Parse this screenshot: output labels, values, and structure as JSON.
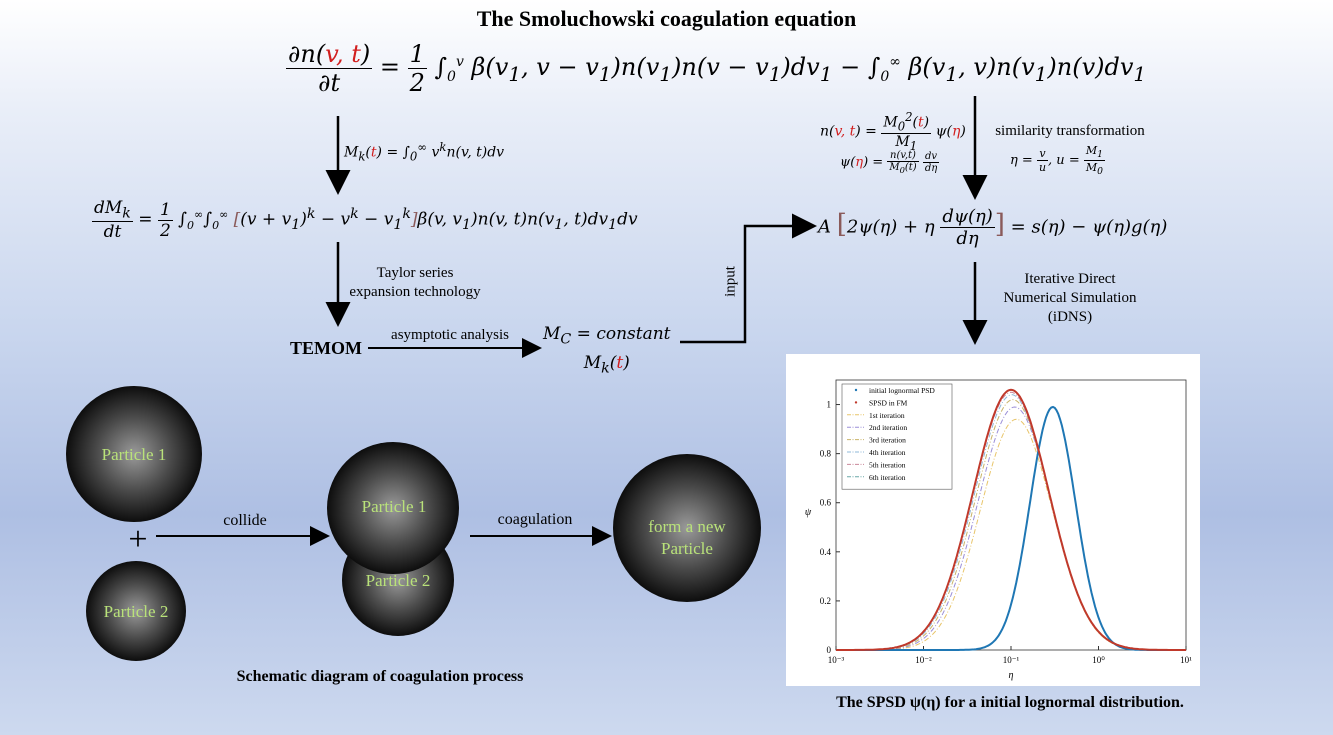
{
  "title": "The Smoluchowski coagulation equation",
  "labels": {
    "similarity": "similarity transformation",
    "taylor": "Taylor series\nexpansion technology",
    "temom": "TEMOM",
    "asymptotic": "asymptotic analysis",
    "input": "input",
    "idns": "Iterative Direct\nNumerical Simulation\n(iDNS)",
    "collide": "collide",
    "coagulation": "coagulation",
    "schematic_caption": "Schematic diagram of coagulation process",
    "plot_caption": "The SPSD ψ(η) for a initial lognormal distribution.",
    "plus": "+"
  },
  "particles": {
    "p1": "Particle 1",
    "p2": "Particle 2",
    "merged1": "Particle 1",
    "merged2": "Particle 2",
    "new_line1": "form a new",
    "new_line2": "Particle"
  },
  "colors": {
    "equation_highlight": "#d21f1f",
    "particle_text": "#b9e27a",
    "curve_blue": "#1f77b4",
    "curve_red": "#c0392b"
  },
  "chart_data": {
    "type": "line",
    "xscale": "log",
    "xlim": [
      0.001,
      10
    ],
    "ylim": [
      0,
      1.1
    ],
    "xticks": [
      "10⁻³",
      "10⁻²",
      "10⁻¹",
      "10⁰",
      "10¹"
    ],
    "yticks": [
      "0",
      "0.2",
      "0.4",
      "0.6",
      "0.8",
      "1"
    ],
    "xlabel": "η",
    "ylabel": "ψ",
    "legend_position": "top-left",
    "series": [
      {
        "name": "initial lognormal PSD",
        "style": "solid",
        "color": "#1f77b4",
        "peak_x": 0.3,
        "peak_y": 0.99,
        "sigma": 0.6
      },
      {
        "name": "SPSD in FM",
        "style": "solid",
        "color": "#c0392b",
        "peak_x": 0.1,
        "peak_y": 1.06,
        "sigma": 1.0
      },
      {
        "name": "1st iteration",
        "style": "dashdot",
        "color": "#e8c56a",
        "peak_x": 0.115,
        "peak_y": 0.94,
        "sigma": 0.95
      },
      {
        "name": "2nd iteration",
        "style": "dashdot",
        "color": "#9b8fd8",
        "peak_x": 0.11,
        "peak_y": 0.99,
        "sigma": 0.97
      },
      {
        "name": "3rd iteration",
        "style": "dashdot",
        "color": "#c9b46a",
        "peak_x": 0.105,
        "peak_y": 1.02,
        "sigma": 0.98
      },
      {
        "name": "4th iteration",
        "style": "dashdot",
        "color": "#8fb8d8",
        "peak_x": 0.102,
        "peak_y": 1.04,
        "sigma": 0.99
      },
      {
        "name": "5th iteration",
        "style": "dashdot",
        "color": "#c9889a",
        "peak_x": 0.1,
        "peak_y": 1.05,
        "sigma": 1.0
      },
      {
        "name": "6th iteration",
        "style": "dashdot",
        "color": "#6aa8a8",
        "peak_x": 0.1,
        "peak_y": 1.06,
        "sigma": 1.0
      }
    ]
  }
}
